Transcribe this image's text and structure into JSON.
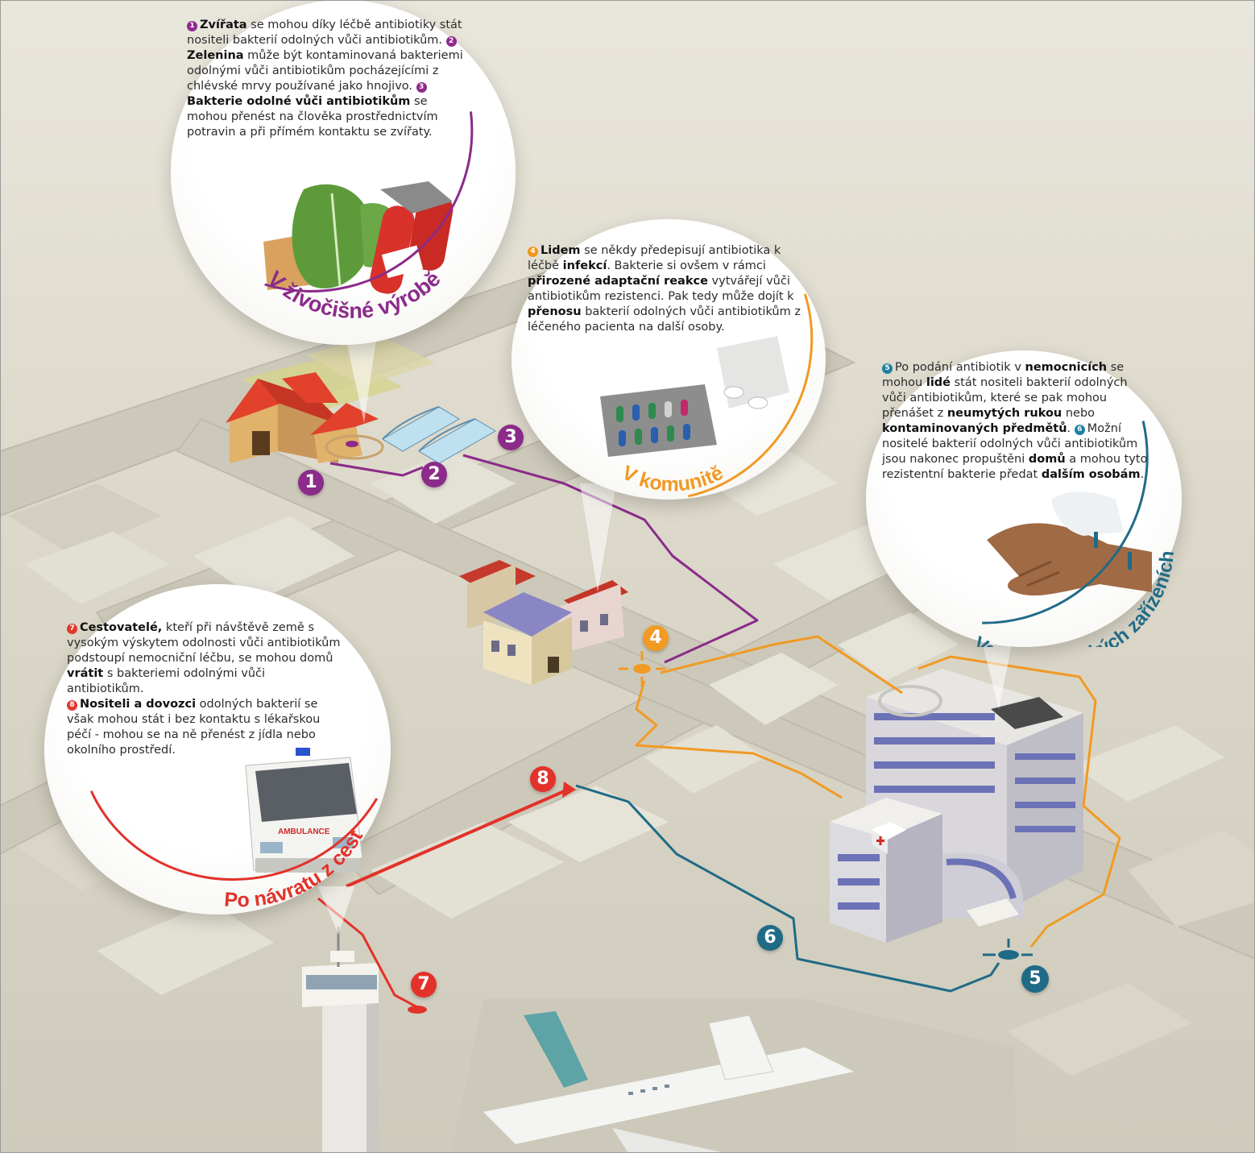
{
  "sections": {
    "livestock": {
      "title": "V živočišné výrobě",
      "items": [
        {
          "num": "1",
          "bold": "Zvířata",
          "text": " se mohou díky léčbě antibiotiky stát nositeli bakterií odolných vůči antibiotikům. "
        },
        {
          "num": "2",
          "bold": "Zelenina",
          "text": " může být kontaminovaná bakteriemi odolnými vůči antibiotikům pocházejícími z chlévské mrvy používané jako hnojivo. "
        },
        {
          "num": "3",
          "bold": "Bakterie odolné vůči antibiotikům",
          "text": " se mohou přenést na člověka prostřednictvím potravin a při přímém kontaktu se zvířaty."
        }
      ]
    },
    "community": {
      "title": "V komunitě",
      "num": "4",
      "parts": [
        {
          "b": "Lidem",
          "t": " se někdy předepisují antibiotika k léčbě "
        },
        {
          "b": "infekcí",
          "t": ". Bakterie si ovšem v rámci "
        },
        {
          "b": "přirozené adaptační reakce",
          "t": " vytvářejí vůči antibiotikům rezistenci. Pak tedy může dojít k "
        },
        {
          "b": "přenosu",
          "t": " bakterií odolných vůči antibiotikům z léčeného pacienta na další osoby."
        }
      ]
    },
    "healthcare": {
      "title": "Ve zdravotnických zařízeních",
      "parts": [
        {
          "n": "5",
          "b": "",
          "t": "Po podání antibiotik v "
        },
        {
          "b": "nemocnicích",
          "t": " se mohou "
        },
        {
          "b": "lidé",
          "t": " stát nositeli bakterií odolných vůči antibiotikům, které se pak mohou přenášet z "
        },
        {
          "b": "neumytých rukou",
          "t": " nebo "
        },
        {
          "b": "kontaminovaných předmětů",
          "t": ". "
        },
        {
          "n": "6",
          "b": "",
          "t": "Možní nositelé bakterií odolných vůči antibiotikům jsou nakonec propuštěni "
        },
        {
          "b": "domů",
          "t": " a mohou tyto rezistentní bakterie předat "
        },
        {
          "b": "dalším osobám",
          "t": "."
        }
      ]
    },
    "travel": {
      "title": "Po návratu z cest",
      "ambulance_label": "AMBULANCE",
      "items": [
        {
          "num": "7",
          "bold": "Cestovatelé,",
          "text": " kteří při návštěvě země s vysokým výskytem odolnosti vůči antibiotikům podstoupí nemocniční léčbu, se mohou domů "
        },
        {
          "num": "",
          "bold": "vrátit",
          "text": " s bakteriemi odolnými vůči antibiotikům."
        },
        {
          "num": "8",
          "bold": "Nositeli a dovozci",
          "text": " odolných bakterií se však mohou stát i bez kontaktu s lékařskou péčí - mohou se na ně přenést z jídla nebo okolního prostředí."
        }
      ]
    }
  },
  "markers": [
    "1",
    "2",
    "3",
    "4",
    "5",
    "6",
    "7",
    "8"
  ],
  "colors": {
    "purple": "#8b2b8a",
    "orange": "#f19a24",
    "teal": "#1f6b86",
    "red": "#e2322a",
    "ground": "#dcd8c9",
    "road": "#c9c5b5"
  },
  "icons": [
    "helipad-icon",
    "red-cross-icon",
    "airplane-icon",
    "control-tower-icon",
    "ambulance-icon",
    "pill-blister-icon",
    "vegetables-icon",
    "hand-icon"
  ]
}
